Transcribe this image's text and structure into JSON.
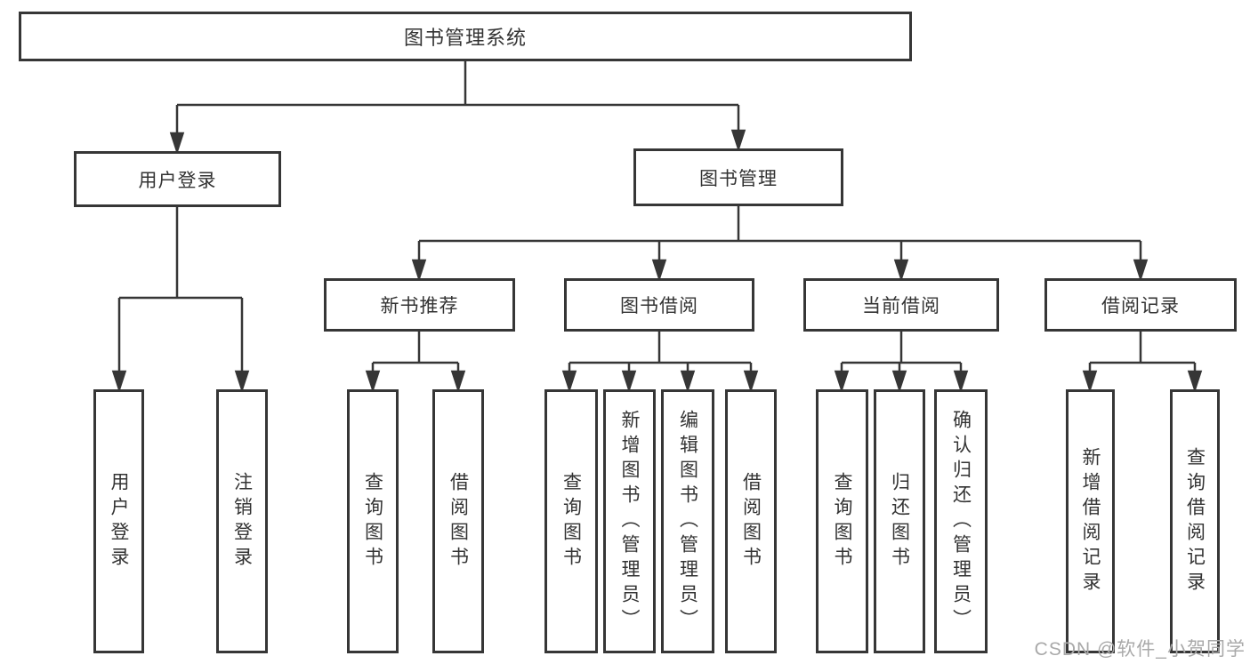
{
  "diagram": {
    "type": "hierarchy-tree",
    "colors": {
      "line": "#363636",
      "box_border": "#363636",
      "text": "#333333",
      "background": "#ffffff",
      "watermark": "#a9a9a9"
    },
    "tree": {
      "root": {
        "label": "图书管理系统"
      },
      "level2": [
        {
          "label": "用户登录"
        },
        {
          "label": "图书管理"
        }
      ],
      "level3": [
        {
          "label": "新书推荐",
          "parent": "图书管理"
        },
        {
          "label": "图书借阅",
          "parent": "图书管理"
        },
        {
          "label": "当前借阅",
          "parent": "图书管理"
        },
        {
          "label": "借阅记录",
          "parent": "图书管理"
        }
      ],
      "leaves": {
        "user": [
          "用户登录",
          "注销登录"
        ],
        "new_books": [
          "查询图书",
          "借阅图书"
        ],
        "book_borrow": [
          "查询图书",
          "新增图书（管理员）",
          "编辑图书（管理员）",
          "借阅图书"
        ],
        "current_borrow": [
          "查询图书",
          "归还图书",
          "确认归还（管理员）"
        ],
        "borrow_records": [
          "新增借阅记录",
          "查询借阅记录"
        ]
      }
    },
    "watermark": "CSDN @软件_小贺同学"
  }
}
